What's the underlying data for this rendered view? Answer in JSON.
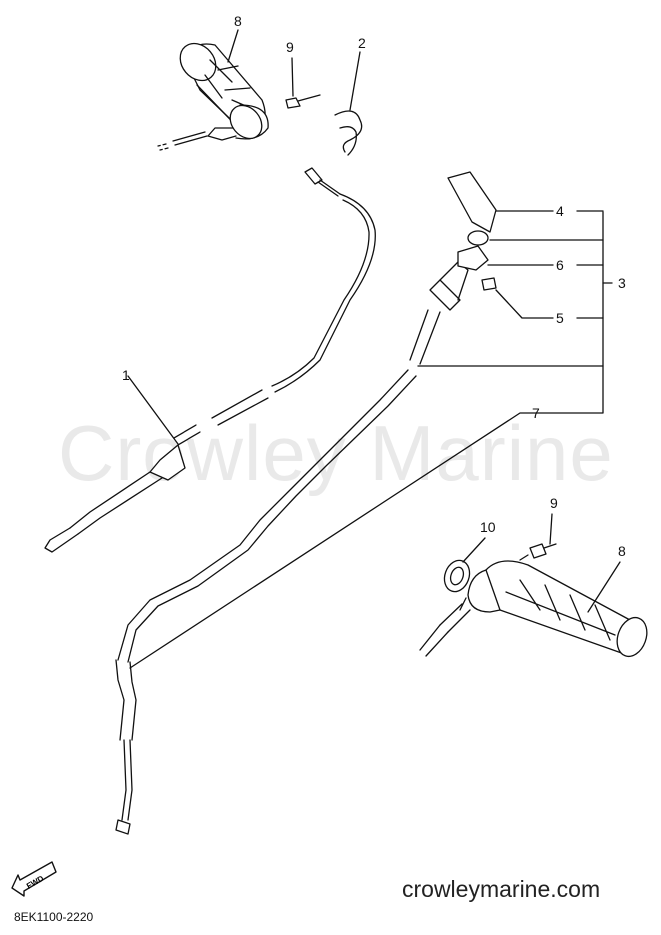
{
  "watermark": "Crowley Marine",
  "site_url": "crowleymarine.com",
  "part_code": "8EK1100-2220",
  "fwd_label": "FWD",
  "callouts": {
    "c1": "1",
    "c2": "2",
    "c3": "3",
    "c4": "4",
    "c5": "5",
    "c6": "6",
    "c7": "7",
    "c8_top": "8",
    "c9_top": "9",
    "c8_bottom": "8",
    "c9_bottom": "9",
    "c10": "10"
  }
}
